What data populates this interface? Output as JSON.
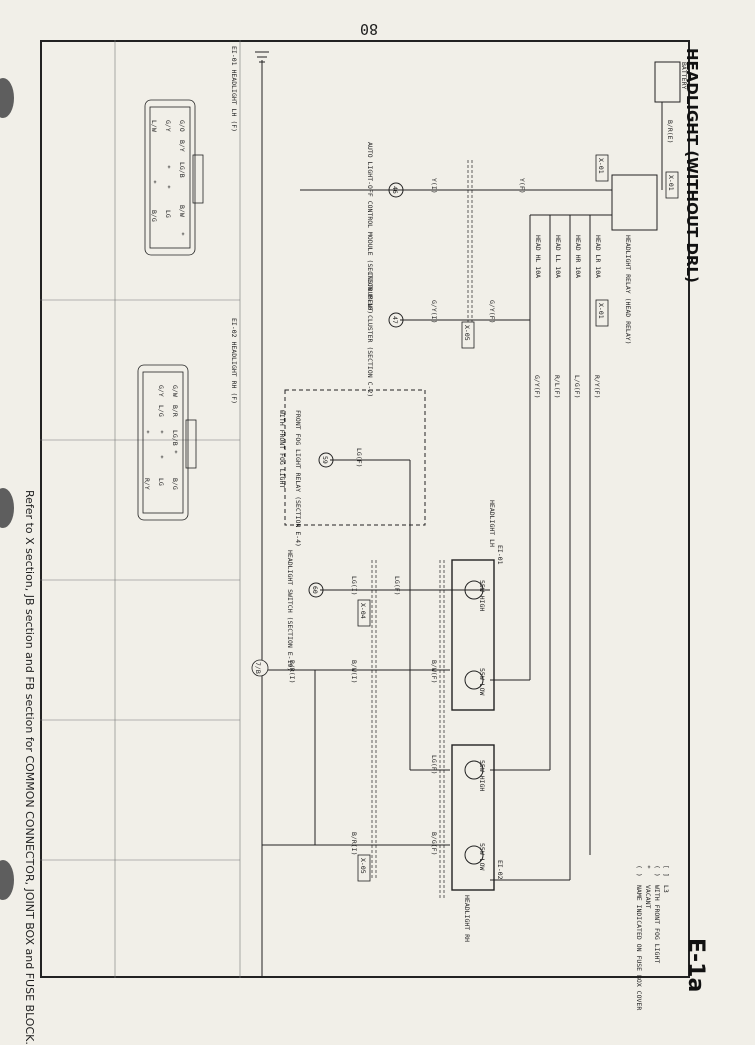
{
  "page": {
    "number": "80",
    "title": "HEADLIGHT (WITHOUT DRL)",
    "code": "E-1a",
    "footnote": "Refer to X section, JB section and FB section for COMMON CONNECTOR, JOINT BOX and FUSE BLOCK."
  },
  "legend": [
    {
      "symbol": "[ ]",
      "text": "L3"
    },
    {
      "symbol": "( )",
      "text": "WITH FRONT FOG LIGHT"
    },
    {
      "symbol": "*",
      "text": "VACANT"
    },
    {
      "symbol": "( )",
      "text": "NAME INDICATED ON FUSE BOX COVER"
    }
  ],
  "components": {
    "battery": "BATTERY",
    "relay": "HEADLIGHT RELAY (HEAD RELAY)",
    "fuses": [
      "HEAD LR 10A",
      "HEAD HR 10A",
      "HEAD LL 10A",
      "HEAD HL 10A"
    ],
    "headlight_lh": "HEADLIGHT LH",
    "headlight_rh": "HEADLIGHT RH",
    "bulb_high": "55W HIGH",
    "bulb_low": "55W LOW"
  },
  "refs": [
    {
      "num": "46",
      "label": "AUTO LIGHT-OFF CONTROL MODULE (SECTION E-10)"
    },
    {
      "num": "47",
      "label": "INSTRUMENT CLUSTER (SECTION C-2)"
    },
    {
      "num": "59",
      "label": "FRONT FOG LIGHT RELAY (SECTION E-4)"
    },
    {
      "num": "60",
      "label": "HEADLIGHT SWITCH (SECTION E-19)"
    }
  ],
  "fog_box": "WITH FRONT FOG LIGHT",
  "connectors": [
    "X-01",
    "X-05",
    "X-04",
    "EI-01",
    "EI-02",
    "7/B"
  ],
  "wires": [
    "B/R(E)",
    "Y(F)",
    "Y(I)",
    "G/Y(F)",
    "G/Y(I)",
    "R/Y(F)",
    "L/G(F)",
    "R/L(F)",
    "LG(F)",
    "LG(I)",
    "B/W(F)",
    "B/W(I)",
    "B/G(F)",
    "B/R(I)"
  ],
  "connector_views": [
    {
      "title": "EI-01 HEADLIGHT LH (F)",
      "pins": [
        "G/O",
        "B/Y",
        "LG/B",
        "G/Y",
        "B/W",
        "*",
        "*",
        "*",
        "LG",
        "*",
        "L/W",
        "B/G"
      ]
    },
    {
      "title": "EI-02 HEADLIGHT RH (F)",
      "pins": [
        "G/W",
        "B/R",
        "G/Y",
        "LG/B",
        "L/G",
        "*",
        "*",
        "*",
        "B/G",
        "*",
        "LG",
        "R/Y"
      ]
    }
  ]
}
